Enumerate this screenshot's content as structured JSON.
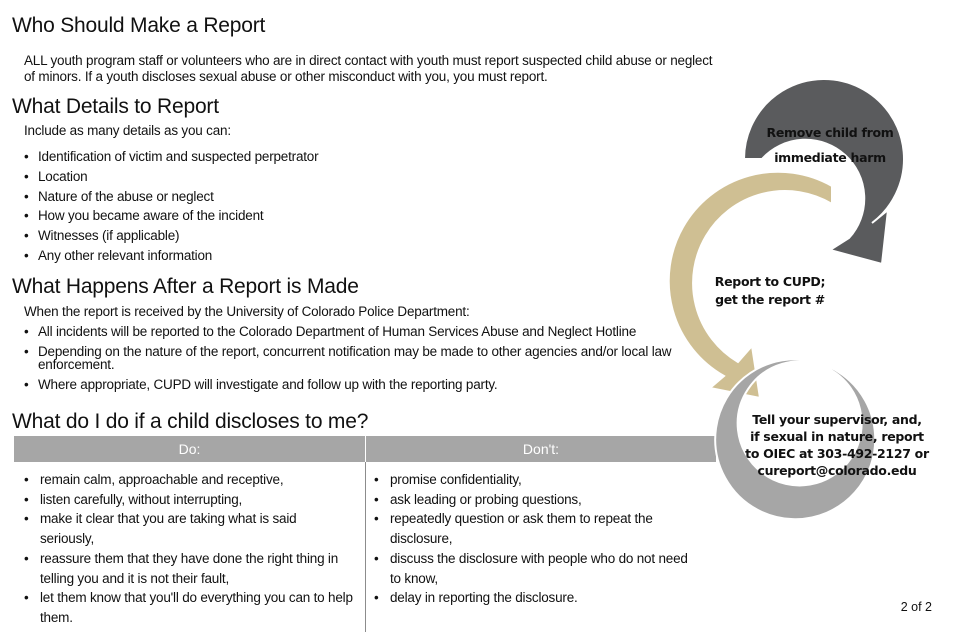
{
  "sections": {
    "who": {
      "heading": "Who Should Make a Report",
      "text_line1": "ALL youth program staff or volunteers who are in direct contact with youth must report suspected child abuse or neglect",
      "text_line2": "of minors. If a youth discloses sexual abuse or other misconduct with you, you must report."
    },
    "details": {
      "heading": "What Details to Report",
      "intro": "Include as many details as you can:",
      "items": [
        "Identification of victim and suspected perpetrator",
        "Location",
        "Nature of the abuse or neglect",
        "How you became aware of the incident",
        "Witnesses (if applicable)",
        "Any other relevant information"
      ]
    },
    "after": {
      "heading": "What Happens After a Report is Made",
      "intro": "When the report is received by the University of Colorado Police Department:",
      "items": [
        "All incidents will be reported to the Colorado Department of Human Services Abuse and Neglect Hotline",
        "Depending on the nature of the report, concurrent notification may be made to other agencies and/or local law enforcement.",
        "Where appropriate, CUPD will investigate and follow up with the reporting party."
      ]
    },
    "discloses": {
      "heading": "What do I do if a child discloses to me?",
      "do_header": "Do:",
      "dont_header": "Don't:",
      "do_items": [
        "remain calm, approachable and receptive,",
        "listen carefully, without interrupting,",
        "make it clear that you are taking what is said seriously,",
        "reassure them that they have done the right thing in telling you and it is not their fault,",
        "let them know that you'll do everything you can to help them."
      ],
      "dont_items": [
        "promise confidentiality,",
        "ask leading or probing questions,",
        "repeatedly question or ask them to repeat the disclosure,",
        "discuss the disclosure with people who do not need to know,",
        "delay in reporting the disclosure."
      ]
    }
  },
  "cycle": {
    "step1_line1": "Remove child from",
    "step1_line2": "immediate harm",
    "step2_line1": "Report to CUPD;",
    "step2_line2": "get the report #",
    "step3_line1": "Tell your supervisor, and,",
    "step3_line2": "if sexual in nature, report",
    "step3_line3": "to OIEC at 303-492-2127 or",
    "step3_line4": "cureport@colorado.edu",
    "colors": {
      "step1": "#5a5b5d",
      "step2": "#cfbf93",
      "step3": "#a6a6a6"
    }
  },
  "page_number": "2 of 2"
}
